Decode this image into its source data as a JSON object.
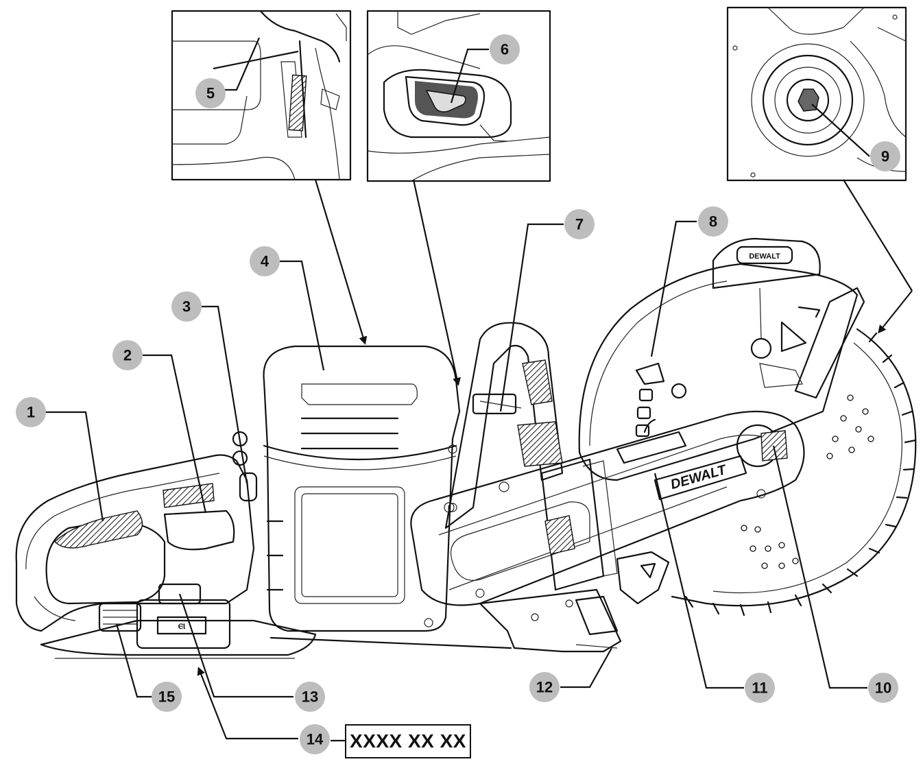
{
  "callouts": [
    {
      "id": "1",
      "label": "1"
    },
    {
      "id": "2",
      "label": "2"
    },
    {
      "id": "3",
      "label": "3"
    },
    {
      "id": "4",
      "label": "4"
    },
    {
      "id": "5",
      "label": "5"
    },
    {
      "id": "6",
      "label": "6"
    },
    {
      "id": "7",
      "label": "7"
    },
    {
      "id": "8",
      "label": "8"
    },
    {
      "id": "9",
      "label": "9"
    },
    {
      "id": "10",
      "label": "10"
    },
    {
      "id": "11",
      "label": "11"
    },
    {
      "id": "12",
      "label": "12"
    },
    {
      "id": "13",
      "label": "13"
    },
    {
      "id": "14",
      "label": "14"
    },
    {
      "id": "15",
      "label": "15"
    }
  ],
  "date_code_box": "XXXX XX XX",
  "brand_text": "DEWALT",
  "guard_badge_text": "DEWALT"
}
